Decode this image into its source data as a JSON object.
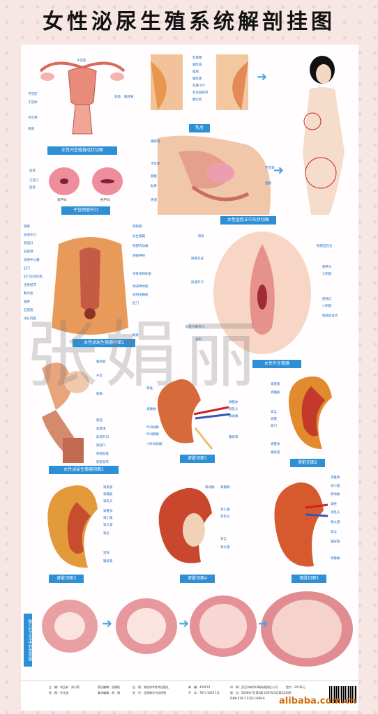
{
  "title": "女性泌尿生殖系统解剖挂图",
  "watermark": "张娟丽",
  "captions": {
    "p1": "女性内生殖器冠状切面",
    "p2": "乳房",
    "p3": "子宫颈管外口",
    "p4": "女性盆腔正中矢状切面",
    "p5": "女性泌尿生殖器阴面1",
    "p6": "女性外生殖器",
    "p7": "女性泌尿生殖器阴面2",
    "p8": "肾脏切面1",
    "p9": "肾脏切面2",
    "p10": "肾脏切面3",
    "p11": "肾脏切面4",
    "p12": "肾脏切面5",
    "p13": "胎儿在子宫中的发育图"
  },
  "labels": {
    "uterus": [
      "子宫底",
      "子宫腔",
      "子宫体",
      "子宫颈",
      "阴道",
      "卵巢",
      "输卵管"
    ],
    "breast": [
      "乳晕腺",
      "输乳管",
      "脂肪",
      "输乳窦",
      "乳腺小叶",
      "乳房悬韧带",
      "胸大肌"
    ],
    "cervix": [
      "前唇",
      "子宫口",
      "后唇",
      "未产妇",
      "经产妇"
    ],
    "pelvis": [
      "输卵管",
      "子宫体",
      "膀胱",
      "耻骨",
      "阴道",
      "子宫颈",
      "直肠"
    ],
    "perineum_left": [
      "阴蒂",
      "尿道外口",
      "阴道口",
      "前庭球",
      "会阴中心腱",
      "肛门",
      "肛门外括约肌",
      "坐骨结节",
      "臀大肌",
      "尾骨",
      "肛提肌",
      "闭孔内肌"
    ],
    "perineum_right": [
      "阴蒂脚",
      "尿生殖膈",
      "阴部内动脉",
      "阴部神经",
      "坐骨海绵体肌",
      "球海绵体肌",
      "会阴浅横肌",
      "肛门",
      "尾骨"
    ],
    "vulva": [
      "阴阜",
      "阴唇后连合",
      "阴蒂包皮",
      "阴蒂头",
      "大阴唇",
      "尿道外口",
      "阴道口",
      "小阴唇",
      "前庭大腺开口",
      "会阴"
    ],
    "urinary": [
      "输卵管",
      "子宫",
      "膀胱",
      "阴道",
      "前庭球",
      "尿道外口",
      "阴道口",
      "阴道前庭",
      "阴唇系带"
    ],
    "kidney1": [
      "肾锥体",
      "肾乳头",
      "肾柱",
      "肾动脉",
      "肾静脉",
      "输尿管",
      "叶间动脉",
      "叶间静脉",
      "小叶间动脉"
    ],
    "kidney2": [
      "肾皮质",
      "肾髓质",
      "肾盂",
      "肾窦",
      "肾门",
      "肾锥体",
      "输尿管"
    ],
    "kidney3": [
      "肾皮质",
      "肾髓质",
      "肾乳头",
      "肾锥体",
      "肾小盏",
      "肾大盏",
      "肾盂",
      "肾柱",
      "输尿管"
    ],
    "kidney4": [
      "肾动脉",
      "肾静脉",
      "肾小盏",
      "肾乳头",
      "肾盂",
      "肾大盏"
    ],
    "kidney5": [
      "肾锥体",
      "肾小盏",
      "肾动脉",
      "肾柱",
      "肾乳头",
      "肾大盏",
      "肾盂",
      "输尿管",
      "肾静脉"
    ]
  },
  "footer": {
    "line1": [
      "主　编：刘正新　刘小莉",
      "责任编辑：张满怡",
      "出　版：湖北科学技术出版社",
      "邮　编：430070",
      "印　刷：武汉市新华印刷有限责任公司",
      "定价：20.00元"
    ],
    "line2": [
      "绘　图：许文波",
      "美术编辑：胡　博",
      "发　行：全国新华书店经销",
      "开　本：787×1092 1/1",
      "版　次：2006年7月第1版 2007年5月第2次印刷"
    ],
    "isbn": "ISBN 978-7-5352-3389-8"
  },
  "site": "alibaba.com.cn",
  "colors": {
    "accent": "#2d8fd6",
    "label": "#1c6bc7",
    "tissue": "#e58a6a",
    "kidney": "#c94d2b"
  }
}
